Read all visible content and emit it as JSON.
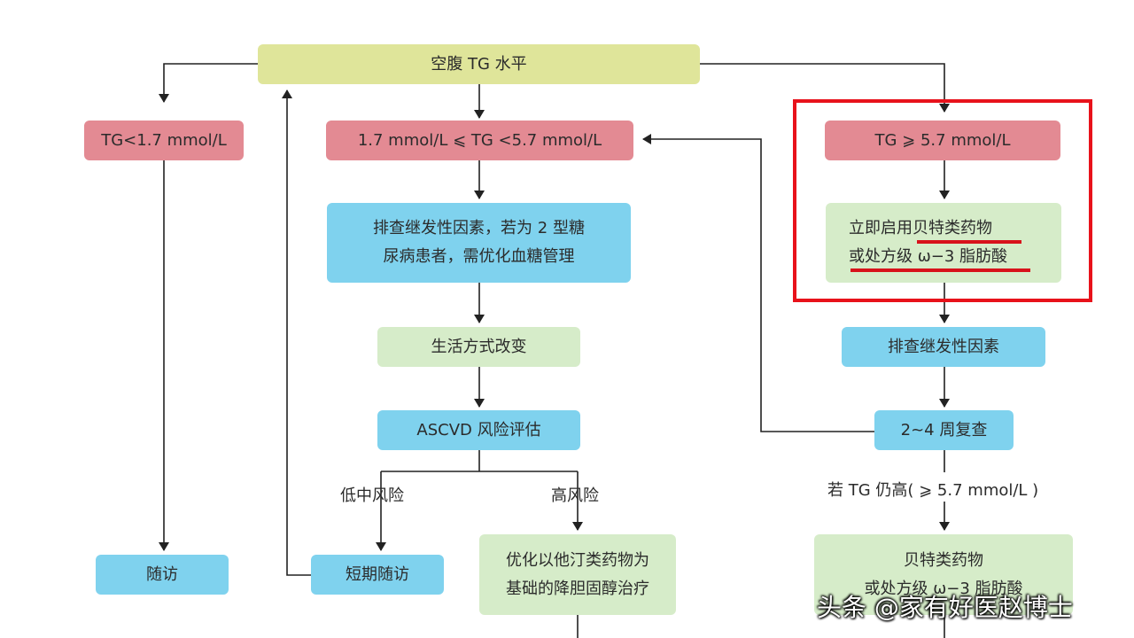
{
  "nodes": {
    "fasting_tg": "空腹 TG 水平",
    "tg_low": "TG<1.7 mmol/L",
    "tg_mid": "1.7 mmol/L ⩽ TG <5.7 mmol/L",
    "tg_high": "TG ⩾ 5.7 mmol/L",
    "secondary_diabetes": [
      "排查继发性因素，若为 2 型糖",
      "尿病患者，需优化血糖管理"
    ],
    "immediate_fibrate": [
      "立即启用贝特类药物",
      "或处方级 ω−3 脂肪酸"
    ],
    "lifestyle": "生活方式改变",
    "secondary_screen": "排查继发性因素",
    "ascvd": "ASCVD 风险评估",
    "recheck": "2~4 周复查",
    "followup": "随访",
    "short_followup": "短期随访",
    "statin_therapy": [
      "优化以他汀类药物为",
      "基础的降胆固醇治疗"
    ],
    "fibrate_omega": [
      "贝特类药物",
      "或处方级 ω−3 脂肪酸"
    ]
  },
  "edge_labels": {
    "low_mid_risk": "低中风险",
    "high_risk": "高风险",
    "tg_still_high": "若 TG 仍高( ⩾ 5.7 mmol/L )"
  },
  "watermark": "头条 @家有好医赵博士",
  "colors": {
    "yellow": "#dfe59a",
    "red": "#e38a93",
    "blue": "#7fd2ee",
    "green": "#d6ecc9",
    "highlight": "#e8121b"
  }
}
